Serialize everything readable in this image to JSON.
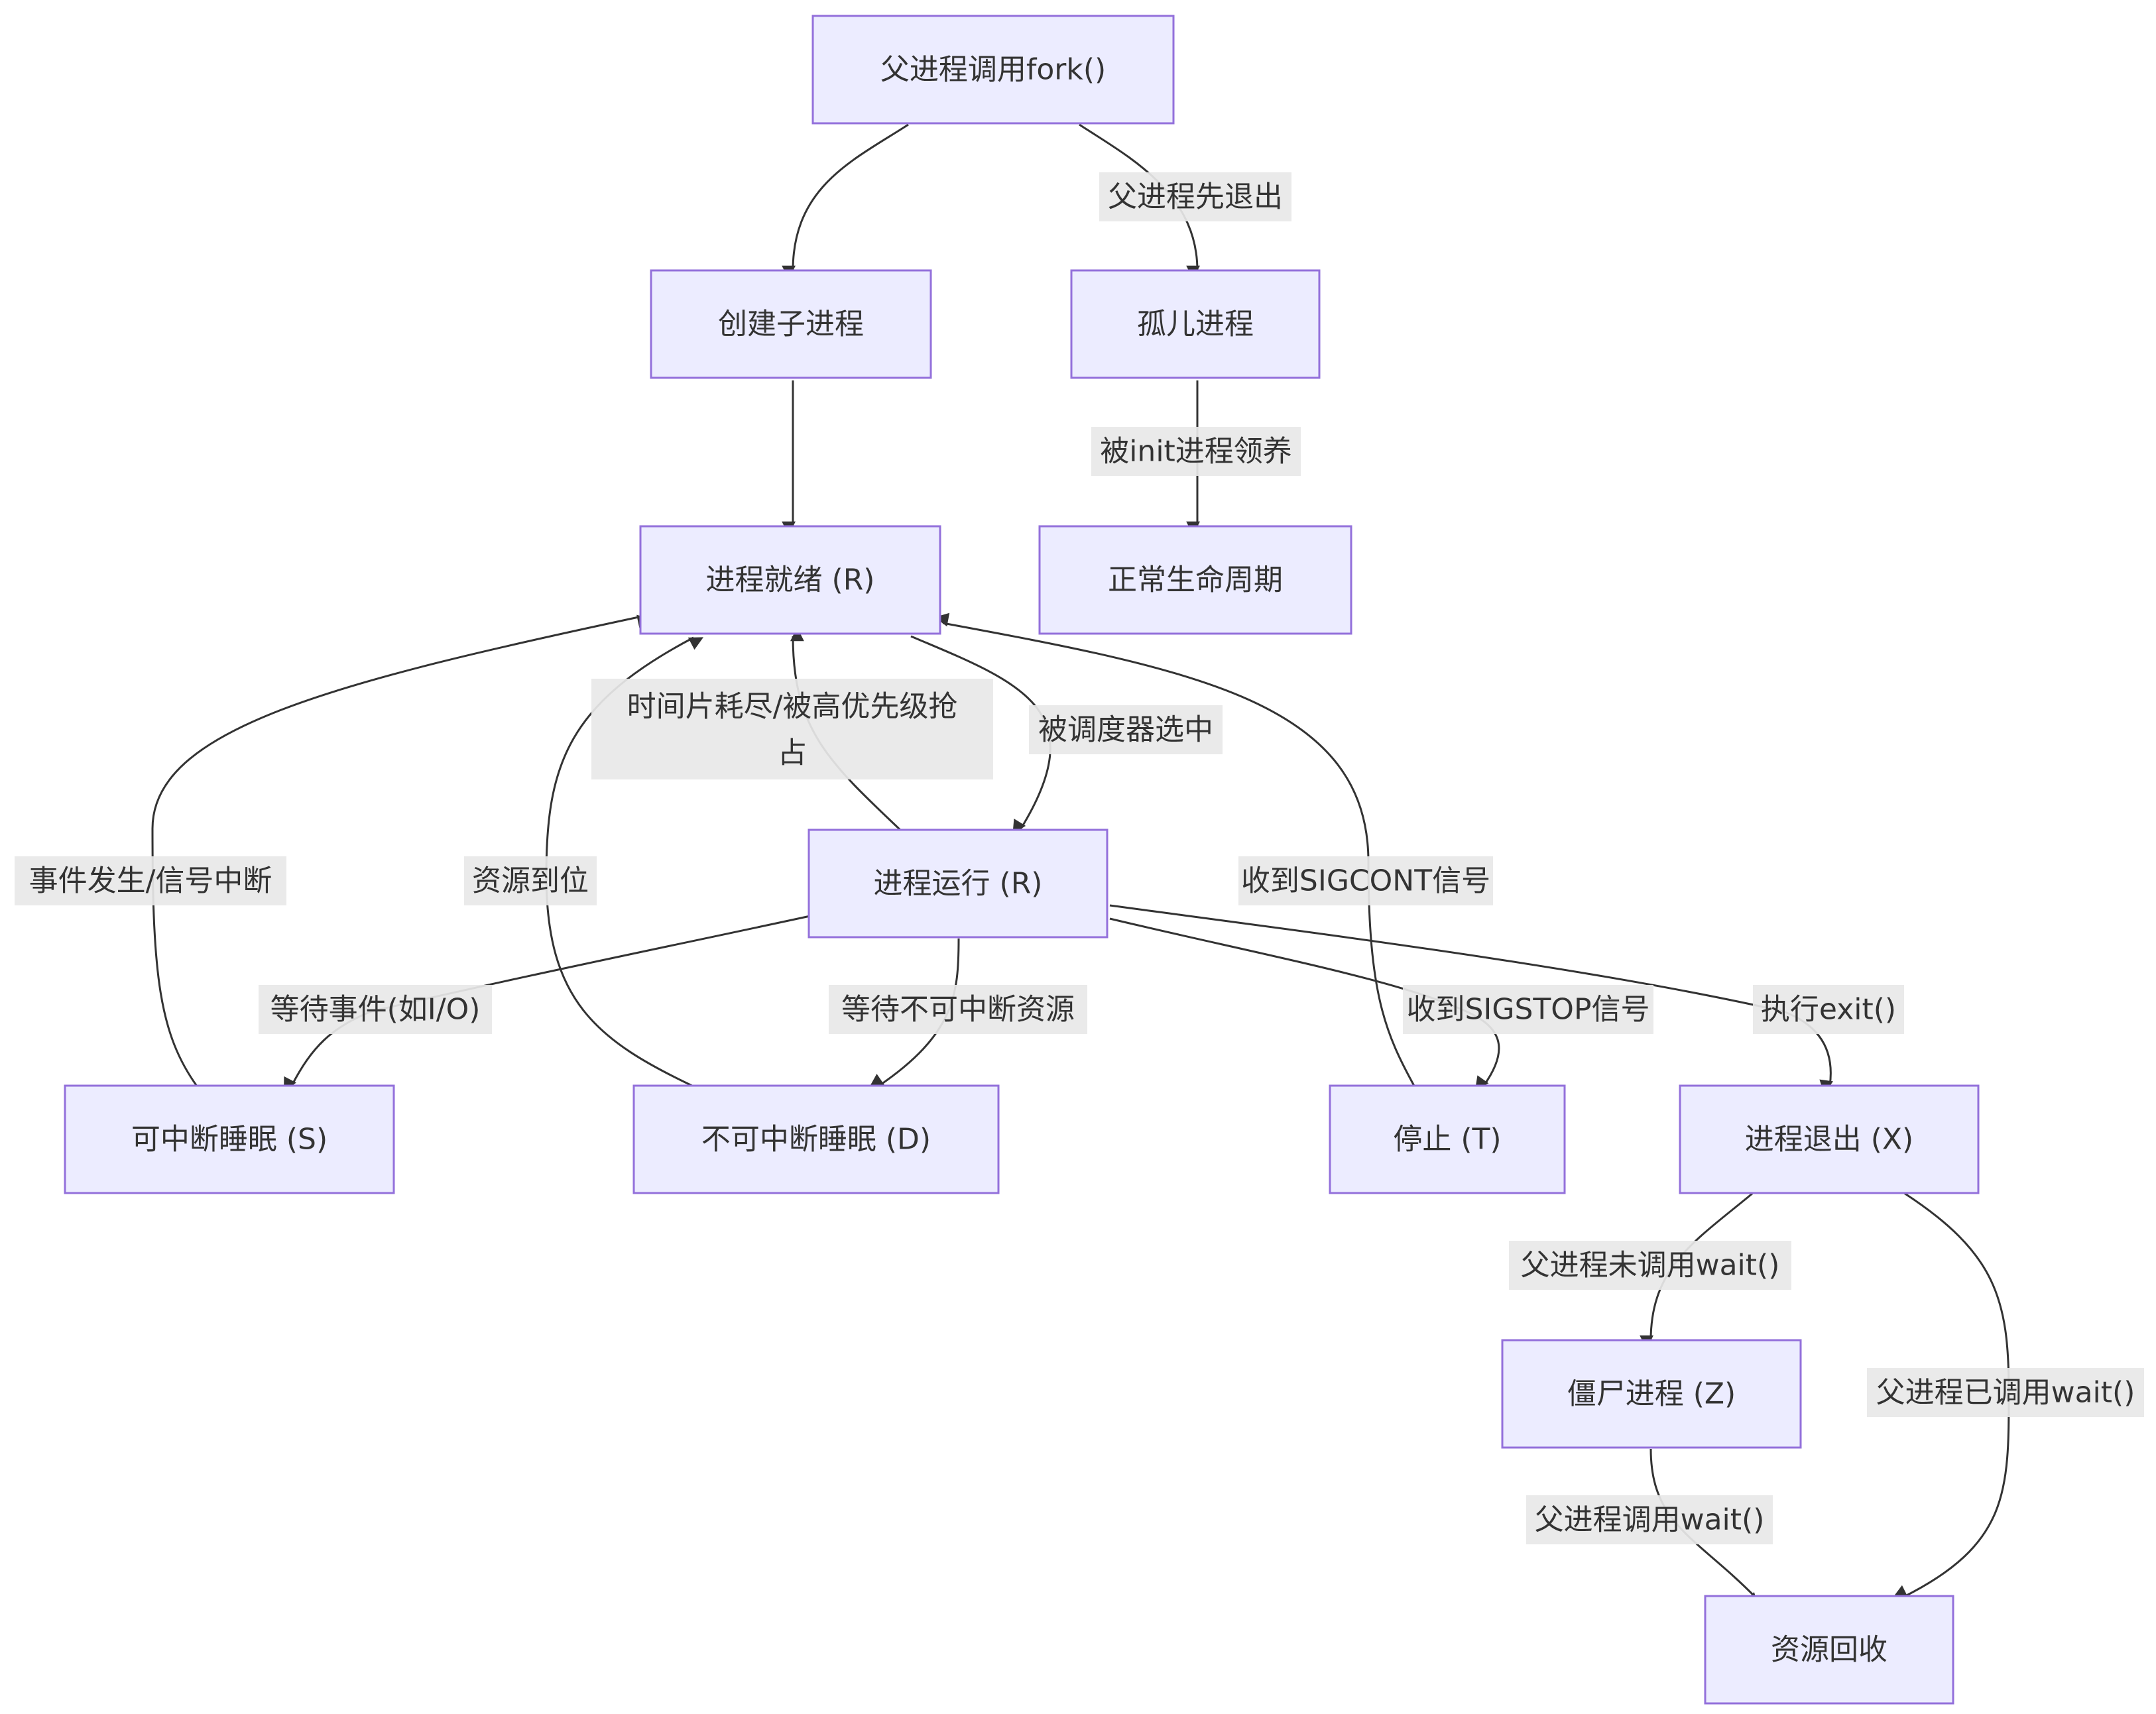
{
  "nodes": {
    "fork": "父进程调用fork()",
    "create_child": "创建子进程",
    "orphan": "孤儿进程",
    "ready": "进程就绪 (R)",
    "normal_life": "正常生命周期",
    "running": "进程运行 (R)",
    "sleep_s": "可中断睡眠 (S)",
    "sleep_d": "不可中断睡眠 (D)",
    "stopped": "停止 (T)",
    "exit": "进程退出 (X)",
    "zombie": "僵尸进程 (Z)",
    "reclaim": "资源回收"
  },
  "edge_labels": {
    "parent_exit_first": "父进程先退出",
    "adopted_by_init": "被init进程领养",
    "timeslice_line1": "时间片耗尽/被高优先级抢",
    "timeslice_line2": "占",
    "scheduled": "被调度器选中",
    "event_signal": "事件发生/信号中断",
    "resource_ready": "资源到位",
    "sigcont": "收到SIGCONT信号",
    "wait_event": "等待事件(如I/O)",
    "wait_uninterruptible": "等待不可中断资源",
    "sigstop": "收到SIGSTOP信号",
    "call_exit": "执行exit()",
    "parent_no_wait": "父进程未调用wait()",
    "parent_called_wait": "父进程已调用wait()",
    "parent_calls_wait": "父进程调用wait()"
  },
  "colors": {
    "node_fill": "#ececff",
    "node_stroke": "#9370db",
    "edge": "#333333",
    "label_bg": "#e8e8e8",
    "text": "#333333"
  }
}
